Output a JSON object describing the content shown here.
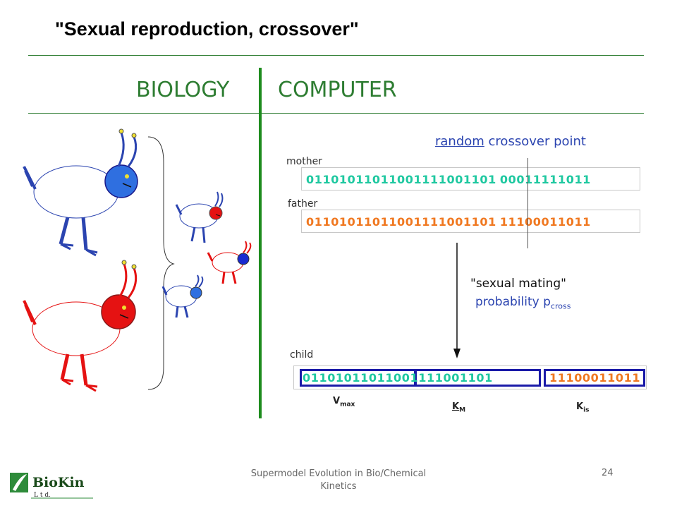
{
  "slide": {
    "title": "\"Sexual reproduction, crossover\"",
    "biology_label": "BIOLOGY",
    "computer_label": "COMPUTER",
    "crossover_random": "random",
    "crossover_rest": " crossover point",
    "mother_label": "mother",
    "father_label": "father",
    "child_label": "child",
    "mother_left": "0110101101100111100110",
    "mother_split": "1",
    "mother_right": "00011111011",
    "father_left": "0110101101100111100110",
    "father_split": "1",
    "father_right": "11100011011",
    "child_teal": "011010110110011110011",
    "child_split": "01",
    "child_right": "11100011011",
    "mating_line1": "\"sexual mating\"",
    "mating_line2": "probability p",
    "mating_sub": "cross",
    "param1_main": "V",
    "param1_sub": "max",
    "param2_main": "K",
    "param2_sub": "M",
    "param3_main": "K",
    "param3_sub": "is"
  },
  "footer": {
    "line1": "Supermodel Evolution in Bio/Chemical",
    "line2": "Kinetics",
    "page_number": "24"
  },
  "logo": {
    "name": "BioKin",
    "sub": "L t d."
  },
  "colors": {
    "green": "#2e7d32",
    "teal": "#1ec8a0",
    "orange": "#f07820",
    "blue": "#2b44b0",
    "creature_blue": "#2f6fe0",
    "creature_red": "#e51212"
  }
}
